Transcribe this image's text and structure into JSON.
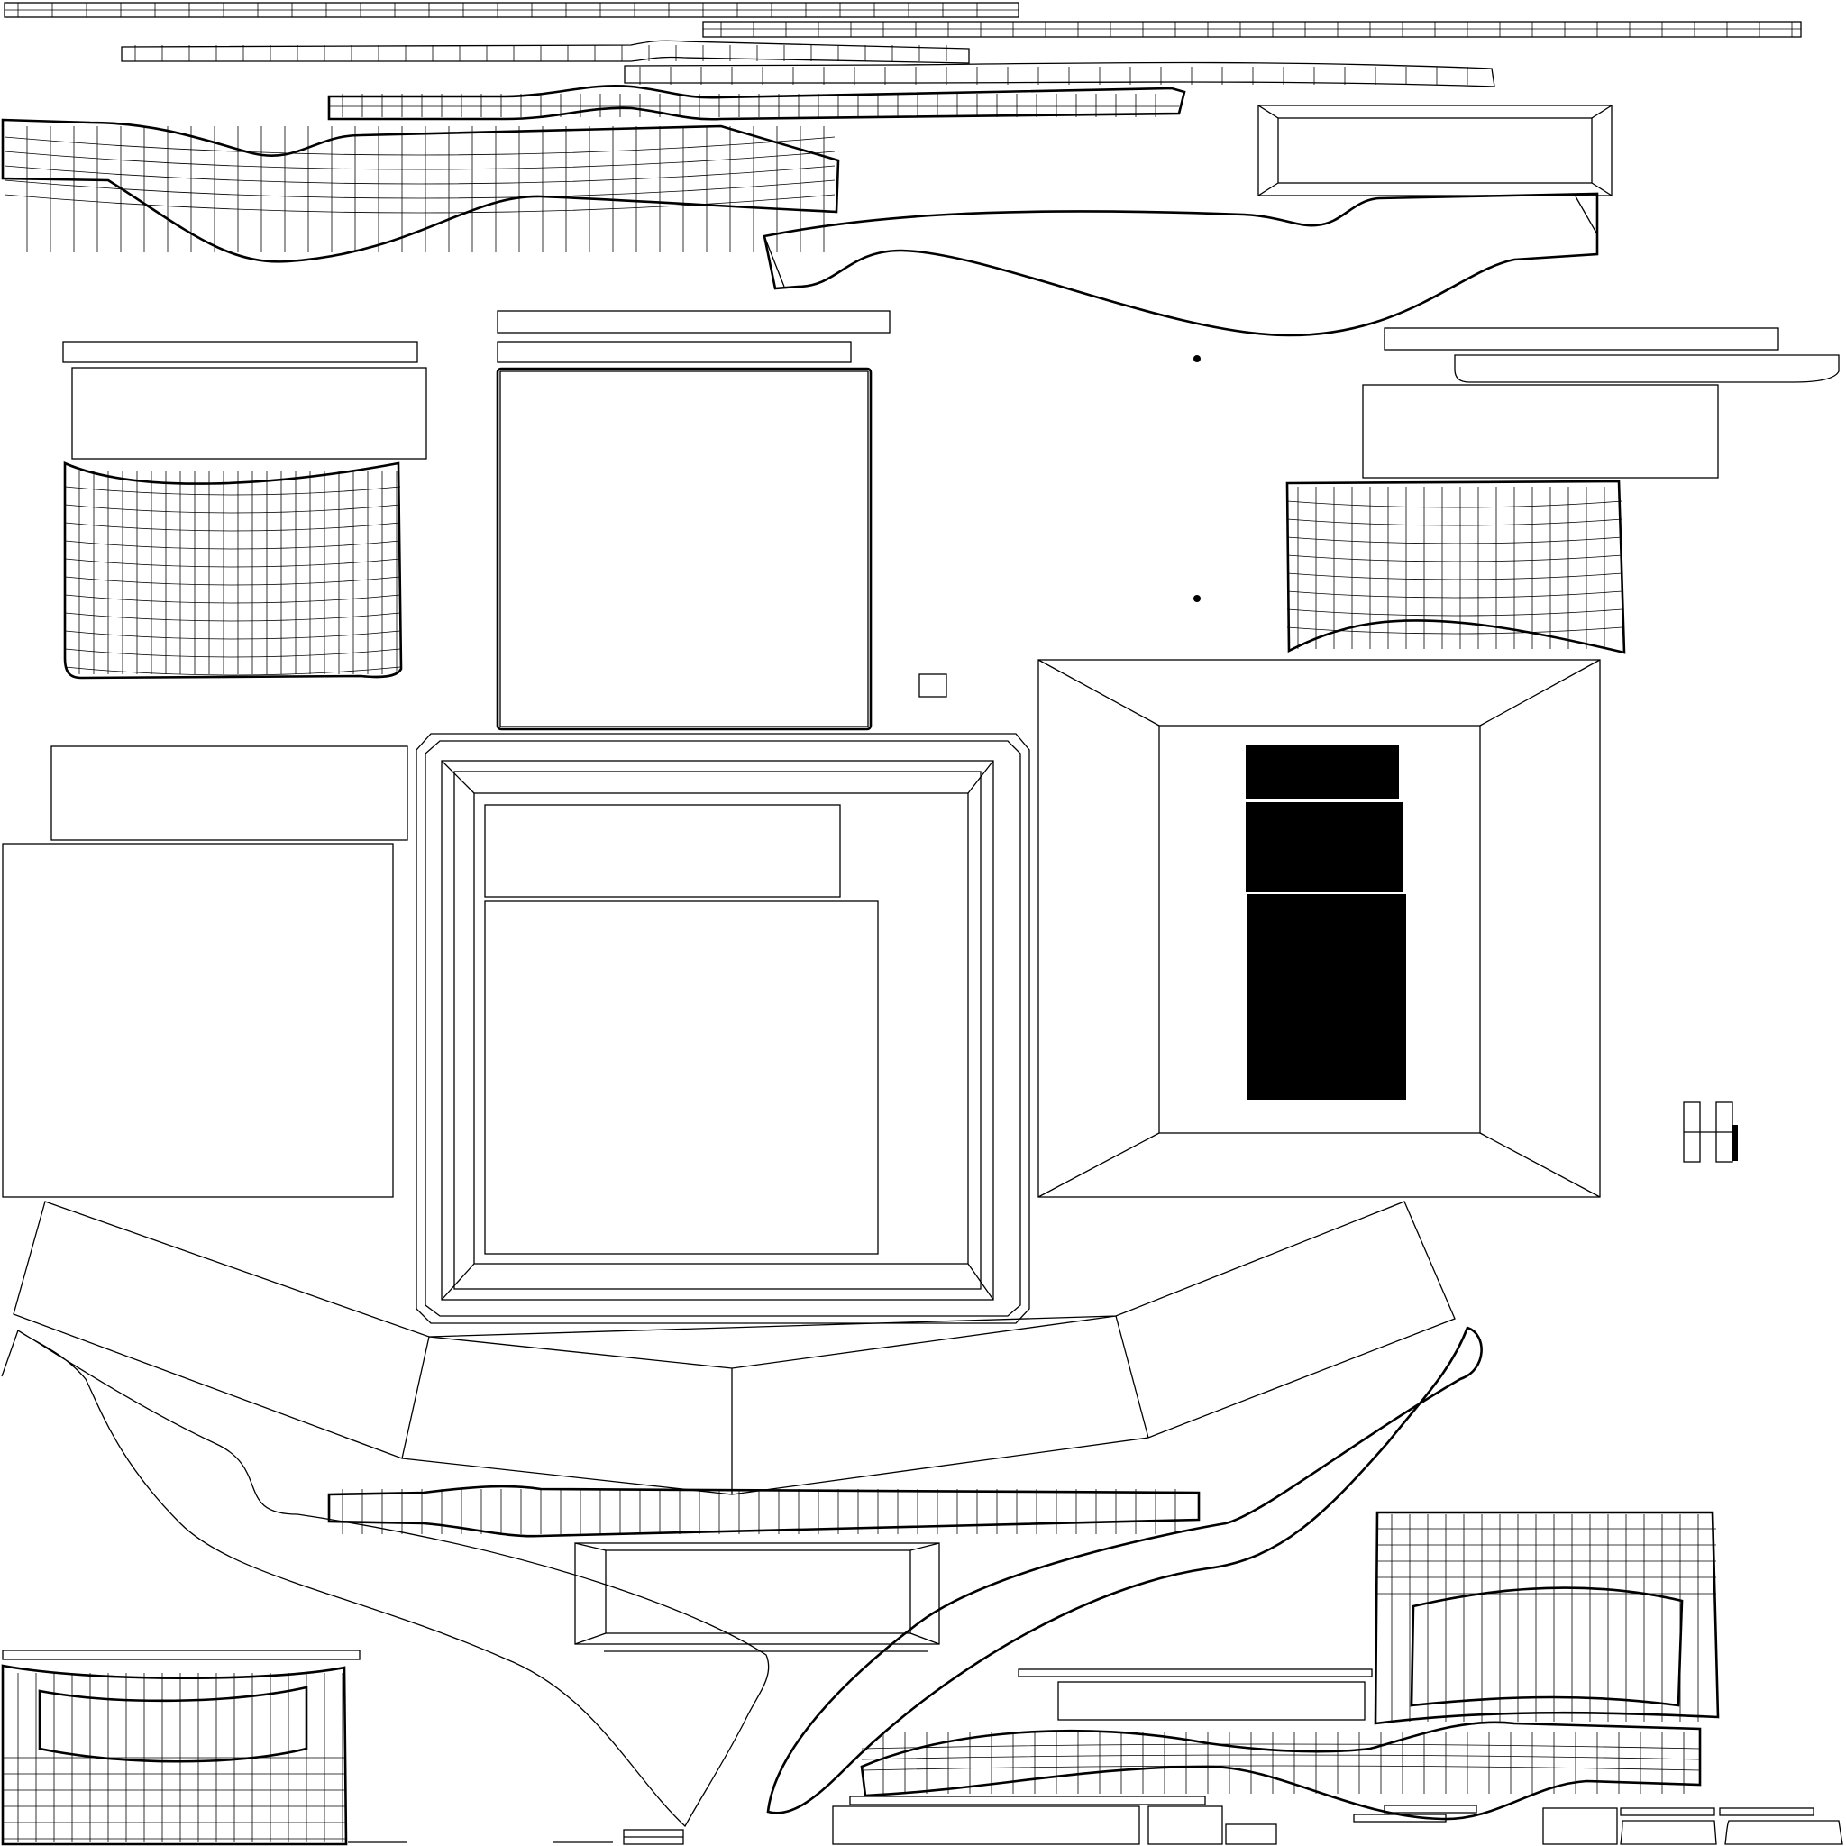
{
  "layout_kind": "uv-unwrap-wireframe",
  "colors": {
    "background": "#ffffff",
    "stroke": "#000000"
  },
  "islands": [
    {
      "name": "uv-island-strip-top-1",
      "shape": "strip"
    },
    {
      "name": "uv-island-strip-top-2",
      "shape": "strip"
    },
    {
      "name": "uv-island-strip-curved-1",
      "shape": "curved-strip"
    },
    {
      "name": "uv-island-strip-curved-2",
      "shape": "curved-strip"
    },
    {
      "name": "uv-island-strip-curved-3",
      "shape": "curved-strip"
    },
    {
      "name": "uv-island-wave-grid",
      "shape": "wave-grid"
    },
    {
      "name": "uv-island-bevel-frame-small",
      "shape": "bevel-frame"
    },
    {
      "name": "uv-island-curved-outline",
      "shape": "curve"
    },
    {
      "name": "uv-island-panel-left",
      "shape": "panel"
    },
    {
      "name": "uv-island-grid-left",
      "shape": "grid"
    },
    {
      "name": "uv-island-square-frame",
      "shape": "frame"
    },
    {
      "name": "uv-island-panel-right",
      "shape": "panel"
    },
    {
      "name": "uv-island-grid-right",
      "shape": "grid"
    },
    {
      "name": "uv-island-large-bevel-frame",
      "shape": "bevel-frame"
    },
    {
      "name": "uv-island-big-frame-center",
      "shape": "frame"
    },
    {
      "name": "uv-island-dense-block",
      "shape": "dense-fill"
    },
    {
      "name": "uv-island-large-rect-left",
      "shape": "rect"
    },
    {
      "name": "uv-island-fan-strip",
      "shape": "fan"
    },
    {
      "name": "uv-island-sweep-curve",
      "shape": "curve"
    },
    {
      "name": "uv-island-handle-grid-left",
      "shape": "grid"
    },
    {
      "name": "uv-island-handle-grid-right",
      "shape": "grid"
    },
    {
      "name": "uv-island-bottom-strips",
      "shape": "strips"
    }
  ]
}
